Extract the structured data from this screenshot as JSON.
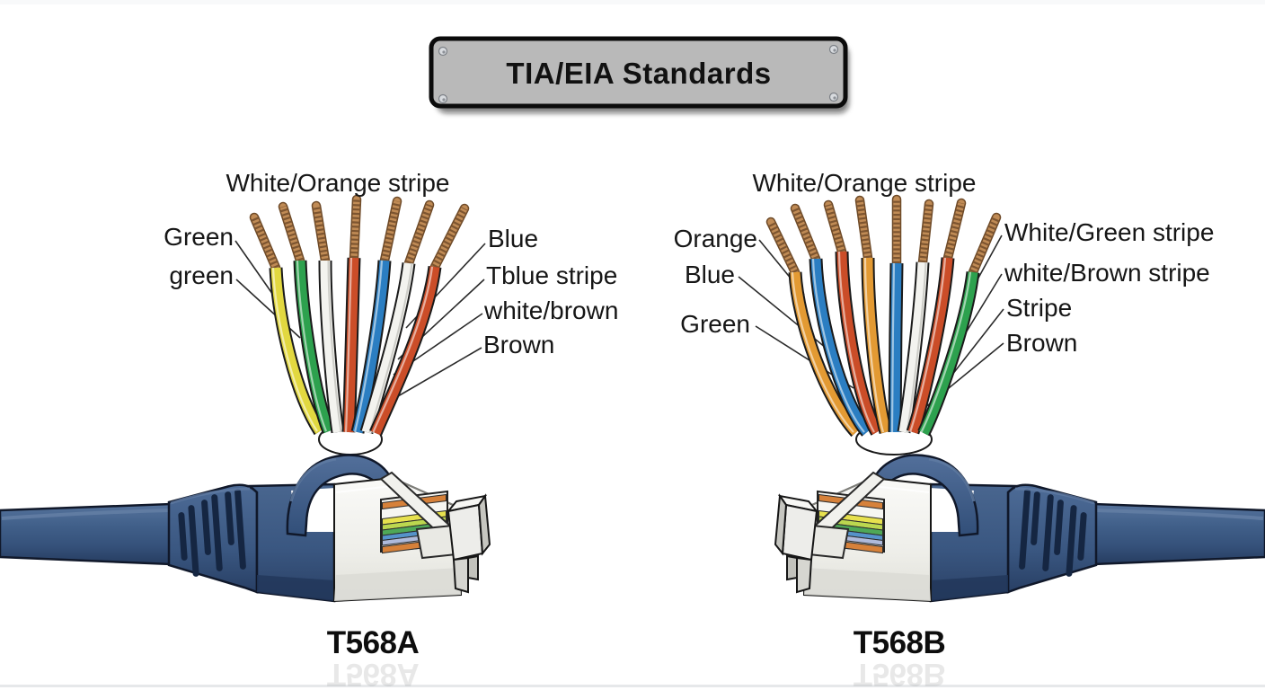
{
  "title": "TIA/EIA Standards",
  "standards": {
    "t568a": {
      "caption": "T568A",
      "top_label": "White/Orange stripe",
      "left_labels": [
        "Green",
        "green"
      ],
      "right_labels": [
        "Blue",
        "Tblue stripe",
        "white/brown",
        "Brown"
      ],
      "wire_colors": [
        "yellow",
        "green",
        "white",
        "orange_red",
        "blue",
        "white",
        "orange_red"
      ]
    },
    "t568b": {
      "caption": "T568B",
      "top_label": "White/Orange stripe",
      "left_labels": [
        "Orange",
        "Blue",
        "Green"
      ],
      "right_labels": [
        "White/Green stripe",
        "white/Brown stripe",
        "Stripe",
        "Brown"
      ],
      "wire_colors": [
        "orange",
        "blue",
        "orange_red",
        "orange",
        "blue",
        "white",
        "orange_red",
        "green"
      ]
    }
  },
  "colors": {
    "yellow": "#e2d840",
    "green": "#2da14e",
    "white": "#f3f3ef",
    "orange_red": "#cb4d28",
    "blue": "#2b7ec2",
    "orange": "#e39a33",
    "copper": "#c08b55",
    "cable_navy": "#3f5c85",
    "plug_silver": "#efefe9",
    "label_text": "#161616"
  }
}
